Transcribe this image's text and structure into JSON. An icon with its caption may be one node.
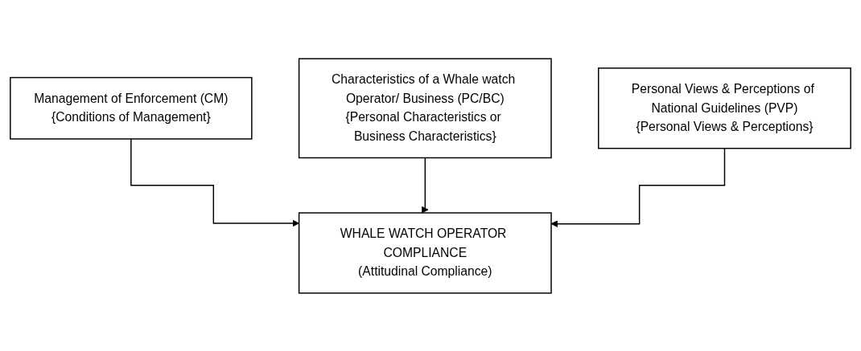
{
  "diagram": {
    "nodes": [
      {
        "text": [
          "Management of Enforcement (CM)",
          "{Conditions of Management}"
        ]
      },
      {
        "text": [
          "Characteristics of a Whale watch Operator/ Business (PC/BC)",
          "{Personal Characteristics or Business Characteristics}"
        ]
      },
      {
        "text": [
          "Personal Views & Perceptions of National Guidelines (PVP)",
          "{Personal Views & Perceptions}"
        ]
      },
      {
        "text": [
          "WHALE WATCH OPERATOR COMPLIANCE",
          "(Attitudinal Compliance)"
        ]
      }
    ],
    "edges": [
      {
        "from": 0,
        "to": 3,
        "arrow": "to"
      },
      {
        "from": 1,
        "to": 3,
        "arrow": "to"
      },
      {
        "from": 2,
        "to": 3,
        "arrow": "to"
      }
    ]
  }
}
